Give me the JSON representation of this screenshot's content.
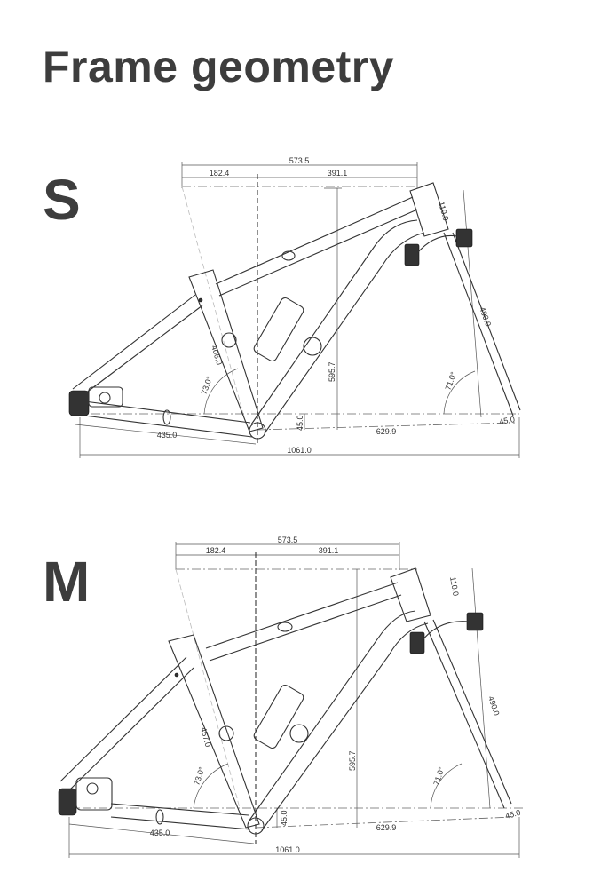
{
  "title": "Frame geometry",
  "sizes": [
    {
      "label": "S",
      "dimensions": {
        "reach_stack_total": "573.5",
        "setback": "182.4",
        "reach": "391.1",
        "head_tube": "110.0",
        "fork_length": "490.0",
        "seat_tube": "406.0",
        "seat_angle": "73.0°",
        "head_angle": "71.0°",
        "stack": "595.7",
        "bb_drop": "45.0",
        "chainstay": "435.0",
        "front_center": "629.9",
        "fork_offset": "45.0",
        "wheelbase": "1061.0"
      }
    },
    {
      "label": "M",
      "dimensions": {
        "reach_stack_total": "573.5",
        "setback": "182.4",
        "reach": "391.1",
        "head_tube": "110.0",
        "fork_length": "490.0",
        "seat_tube": "457.0",
        "seat_angle": "73.0°",
        "head_angle": "71.0°",
        "stack": "595.7",
        "bb_drop": "45.0",
        "chainstay": "435.0",
        "front_center": "629.9",
        "fork_offset": "45.0",
        "wheelbase": "1061.0"
      }
    }
  ]
}
